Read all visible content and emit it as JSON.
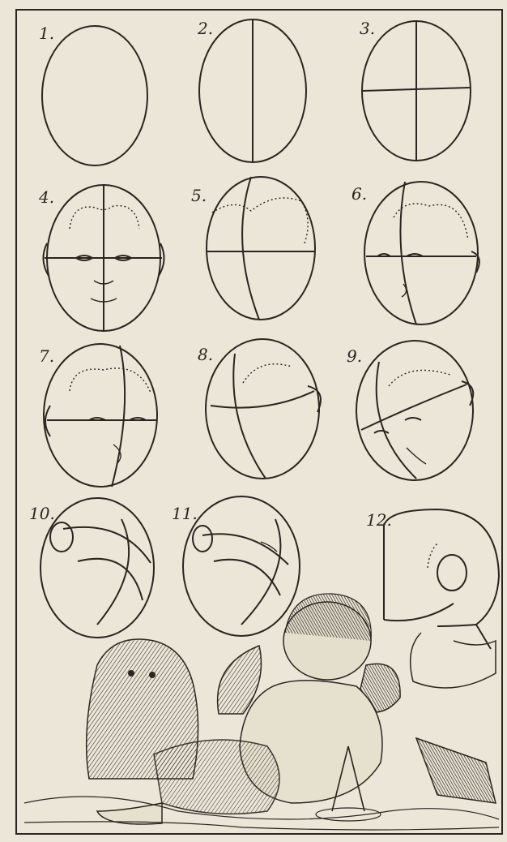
{
  "figures": [
    {
      "label": "1."
    },
    {
      "label": "2."
    },
    {
      "label": "3."
    },
    {
      "label": "4."
    },
    {
      "label": "5."
    },
    {
      "label": "6."
    },
    {
      "label": "7."
    },
    {
      "label": "8."
    },
    {
      "label": "9."
    },
    {
      "label": "10."
    },
    {
      "label": "11."
    },
    {
      "label": "12."
    }
  ],
  "colors": {
    "paper": "#ebe6d8",
    "ink": "#2a2520",
    "shade": "#6b6358"
  }
}
